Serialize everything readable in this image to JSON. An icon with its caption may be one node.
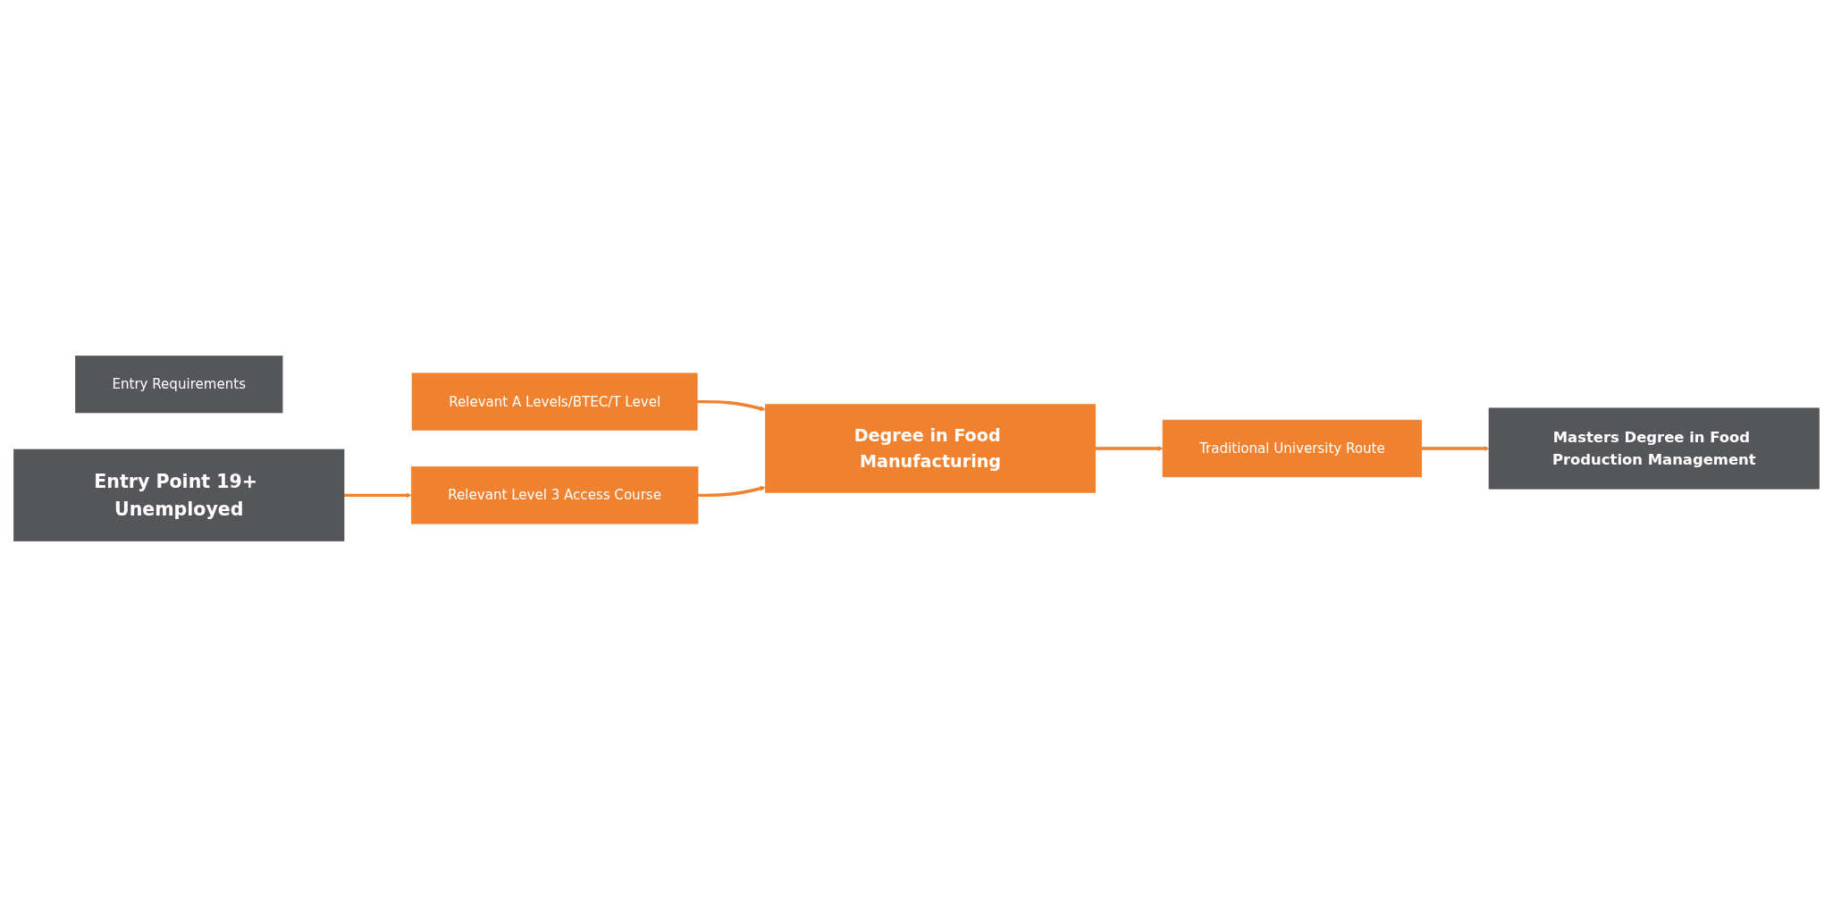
{
  "diagram": {
    "nodes": [
      {
        "text": [
          "Entry Requirements"
        ]
      },
      {
        "text": [
          "Relevant A Levels/BTEC/T Level"
        ]
      },
      {
        "text": [
          "Relevant Level 3 Access Course"
        ]
      },
      {
        "text": [
          "Degree in Food Manufacturing"
        ]
      },
      {
        "text": [
          "Traditional University Route"
        ]
      },
      {
        "text": [
          "Masters Degree in Food Production Management"
        ]
      },
      {
        "text": [
          "Entry Point 19+ Unemployed"
        ]
      }
    ],
    "edges": [
      {
        "from": 1,
        "to": 3,
        "arrow": "to"
      },
      {
        "from": 2,
        "to": 3,
        "arrow": "to"
      },
      {
        "from": 6,
        "to": 2,
        "arrow": "to"
      },
      {
        "from": 3,
        "to": 4,
        "arrow": "to"
      },
      {
        "from": 4,
        "to": 5,
        "arrow": "to"
      }
    ]
  }
}
